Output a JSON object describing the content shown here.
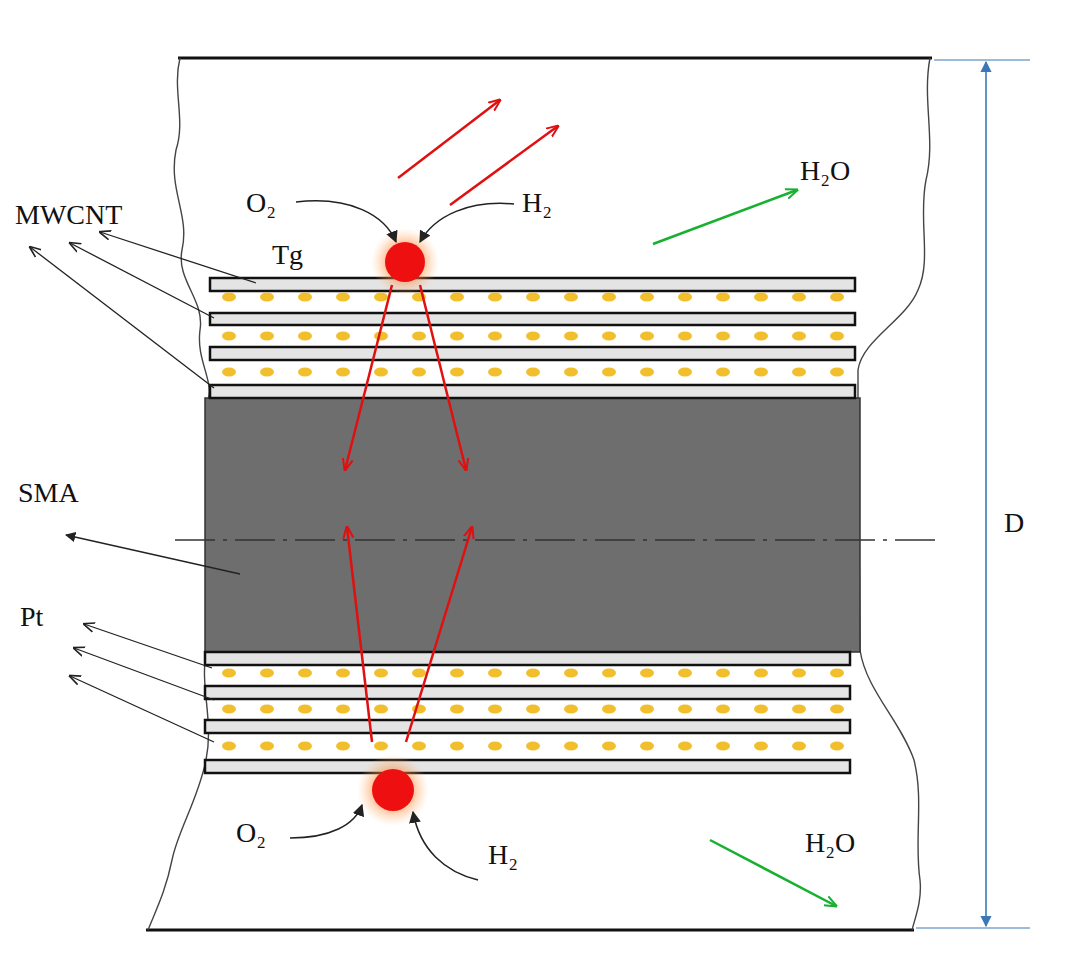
{
  "diagram": {
    "labels": [
      "MWCNT",
      "O₂",
      "Tg",
      "H₂",
      "H₂O",
      "SMA",
      "Pt",
      "O₂",
      "H₂",
      "H₂O",
      "D"
    ]
  }
}
